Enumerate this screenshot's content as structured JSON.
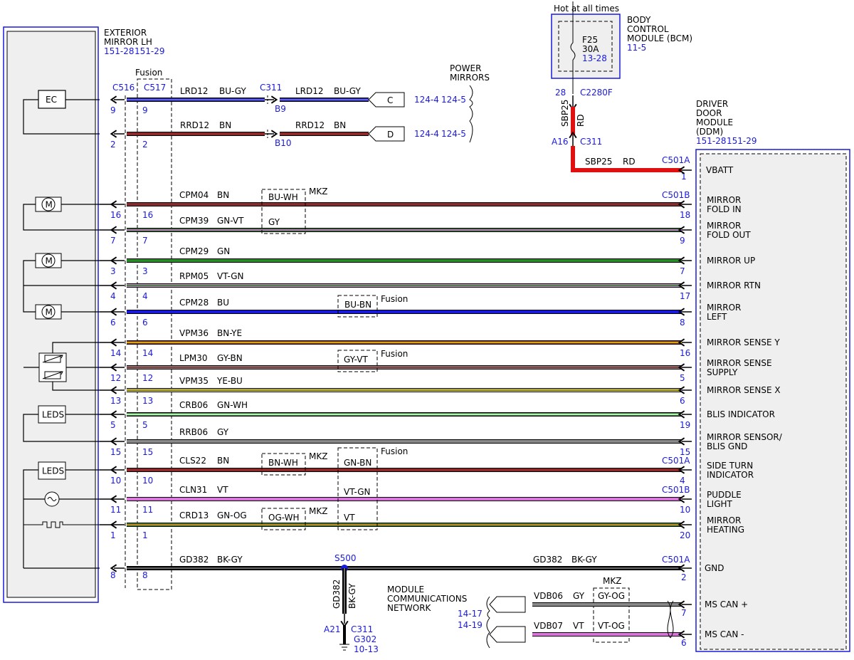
{
  "exterior_mirror": {
    "title": [
      "EXTERIOR",
      "MIRROR LH"
    ],
    "refs": [
      "151-28",
      "151-29"
    ]
  },
  "fusion_label": "Fusion",
  "connectors": {
    "c516": "C516",
    "c517": "C517",
    "c311": "C311",
    "c501a": "C501A",
    "c501b": "C501B",
    "c2280f": "C2280F",
    "g302": "G302"
  },
  "power_mirrors": {
    "title": [
      "POWER",
      "MIRRORS"
    ]
  },
  "bcm": {
    "title": [
      "BODY",
      "CONTROL",
      "MODULE (BCM)"
    ],
    "ref": "11-5",
    "hot": "Hot at all times",
    "fuse": "F25",
    "amp": "30A",
    "fuse_ref": "13-28",
    "pin": "28"
  },
  "ddm": {
    "title": [
      "DRIVER",
      "DOOR",
      "MODULE",
      "(DDM)"
    ],
    "refs": [
      "151-28",
      "151-29"
    ]
  },
  "sbp25": {
    "circuit": "SBP25",
    "color": "RD",
    "pin_a16": "A16",
    "pin1": "1"
  },
  "mirror_components": {
    "ec": "EC",
    "leds1": "LEDS",
    "leds2": "LEDS",
    "motor": "M"
  },
  "top_circuits": [
    {
      "pin": "9",
      "circuit": "LRD12",
      "color": "BU-GY",
      "c311pin": "B9",
      "circuit2": "LRD12",
      "color2": "BU-GY",
      "dest": "C",
      "refs": [
        "124-4",
        "124-5"
      ]
    },
    {
      "pin": "2",
      "circuit": "RRD12",
      "color": "BN",
      "c311pin": "B10",
      "circuit2": "RRD12",
      "color2": "BN",
      "dest": "D",
      "refs": [
        "124-4",
        "124-5"
      ]
    }
  ],
  "circuits": [
    {
      "lp": "16",
      "circuit": "CPM04",
      "color": "BN",
      "rp": "18",
      "label": [
        "MIRROR",
        "FOLD IN"
      ],
      "conn": "C501B"
    },
    {
      "lp": "7",
      "circuit": "CPM39",
      "color": "GN-VT",
      "rp": "9",
      "label": [
        "MIRROR",
        "FOLD OUT"
      ]
    },
    {
      "lp": "3",
      "circuit": "CPM29",
      "color": "GN",
      "rp": "7",
      "label": [
        "MIRROR UP"
      ]
    },
    {
      "lp": "4",
      "circuit": "RPM05",
      "color": "VT-GN",
      "rp": "17",
      "label": [
        "MIRROR RTN"
      ]
    },
    {
      "lp": "6",
      "circuit": "CPM28",
      "color": "BU",
      "rp": "8",
      "label": [
        "MIRROR",
        "LEFT"
      ]
    },
    {
      "lp": "14",
      "circuit": "VPM36",
      "color": "BN-YE",
      "rp": "16",
      "label": [
        "MIRROR SENSE Y"
      ]
    },
    {
      "lp": "12",
      "circuit": "LPM30",
      "color": "GY-BN",
      "rp": "5",
      "label": [
        "MIRROR SENSE",
        "SUPPLY"
      ]
    },
    {
      "lp": "13",
      "circuit": "VPM35",
      "color": "YE-BU",
      "rp": "6",
      "label": [
        "MIRROR SENSE X"
      ]
    },
    {
      "lp": "5",
      "circuit": "CRB06",
      "color": "GN-WH",
      "rp": "19",
      "label": [
        "BLIS INDICATOR"
      ]
    },
    {
      "lp": "15",
      "circuit": "RRB06",
      "color": "GY",
      "rp": "15",
      "label": [
        "MIRROR SENSOR/",
        "BLIS GND"
      ]
    },
    {
      "lp": "10",
      "circuit": "CLS22",
      "color": "BN",
      "rp": "4",
      "label": [
        "SIDE TURN",
        "INDICATOR"
      ],
      "conn": "C501A"
    },
    {
      "lp": "11",
      "circuit": "CLN31",
      "color": "VT",
      "rp": "10",
      "label": [
        "PUDDLE",
        "LIGHT"
      ],
      "conn": "C501B"
    },
    {
      "lp": "1",
      "circuit": "CRD13",
      "color": "GN-OG",
      "rp": "20",
      "label": [
        "MIRROR",
        "HEATING"
      ]
    }
  ],
  "variants": {
    "mkz": "MKZ",
    "fusion": "Fusion",
    "cpm04_alt": "BU-WH",
    "cpm39_alt": "GY",
    "cpm28_alt": "BU-BN",
    "lpm30_alt": "GY-VT",
    "cls22_mkz": "BN-WH",
    "cls22_fusion": "GN-BN",
    "cln31_fusion": "VT-GN",
    "crd13_mkz": "OG-WH",
    "crd13_fusion": "VT"
  },
  "vbatt": {
    "label": "VBATT",
    "pin": "1",
    "conn": "C501A"
  },
  "gnd": {
    "lp": "8",
    "circuit": "GD382",
    "color": "BK-GY",
    "splice": "S500",
    "rp": "2",
    "label": "GND",
    "conn": "C501A",
    "vert_circuit": "GD382",
    "vert_color": "BK-GY",
    "pin_a21": "A21",
    "ground_ref": "10-13"
  },
  "can": {
    "title": [
      "MODULE",
      "COMMUNICATIONS",
      "NETWORK"
    ],
    "refs": [
      "14-17",
      "14-19"
    ],
    "mkz": "MKZ",
    "lines": [
      {
        "circuit": "VDB06",
        "color": "GY",
        "alt": "GY-OG",
        "pin": "7",
        "label": "MS CAN +"
      },
      {
        "circuit": "VDB07",
        "color": "VT",
        "alt": "VT-OG",
        "pin": "6",
        "label": "MS CAN -"
      }
    ]
  },
  "wire_colors": {
    "BU-GY": [
      "#1a1adc",
      "#8a8a8a"
    ],
    "BN": [
      "#8b2a2a",
      null
    ],
    "GN-VT": [
      "#2f7a2f",
      "#d070d0"
    ],
    "GN": [
      "#2a8a2a",
      null
    ],
    "VT-GN": [
      "#c08ac0",
      "#2f7a2f"
    ],
    "BU": [
      "#1a1adc",
      null
    ],
    "BN-YE": [
      "#8b2a2a",
      "#f0d000"
    ],
    "GY-BN": [
      "#8a8080",
      "#8b2a2a"
    ],
    "YE-BU": [
      "#f0e000",
      "#5050d0"
    ],
    "GN-WH": [
      "#2a8a2a",
      "#ffffff"
    ],
    "GY": [
      "#8a8a8a",
      null
    ],
    "VT": [
      "#e070e0",
      null
    ],
    "GN-OG": [
      "#2a8a2a",
      "#f08020"
    ],
    "BK-GY": [
      "#000000",
      "#8a8a8a"
    ],
    "RD": [
      "#e01010",
      null
    ],
    "VDB-GY": [
      "#8a8a8a",
      null
    ],
    "VDB-VT": [
      "#e070e0",
      null
    ]
  }
}
